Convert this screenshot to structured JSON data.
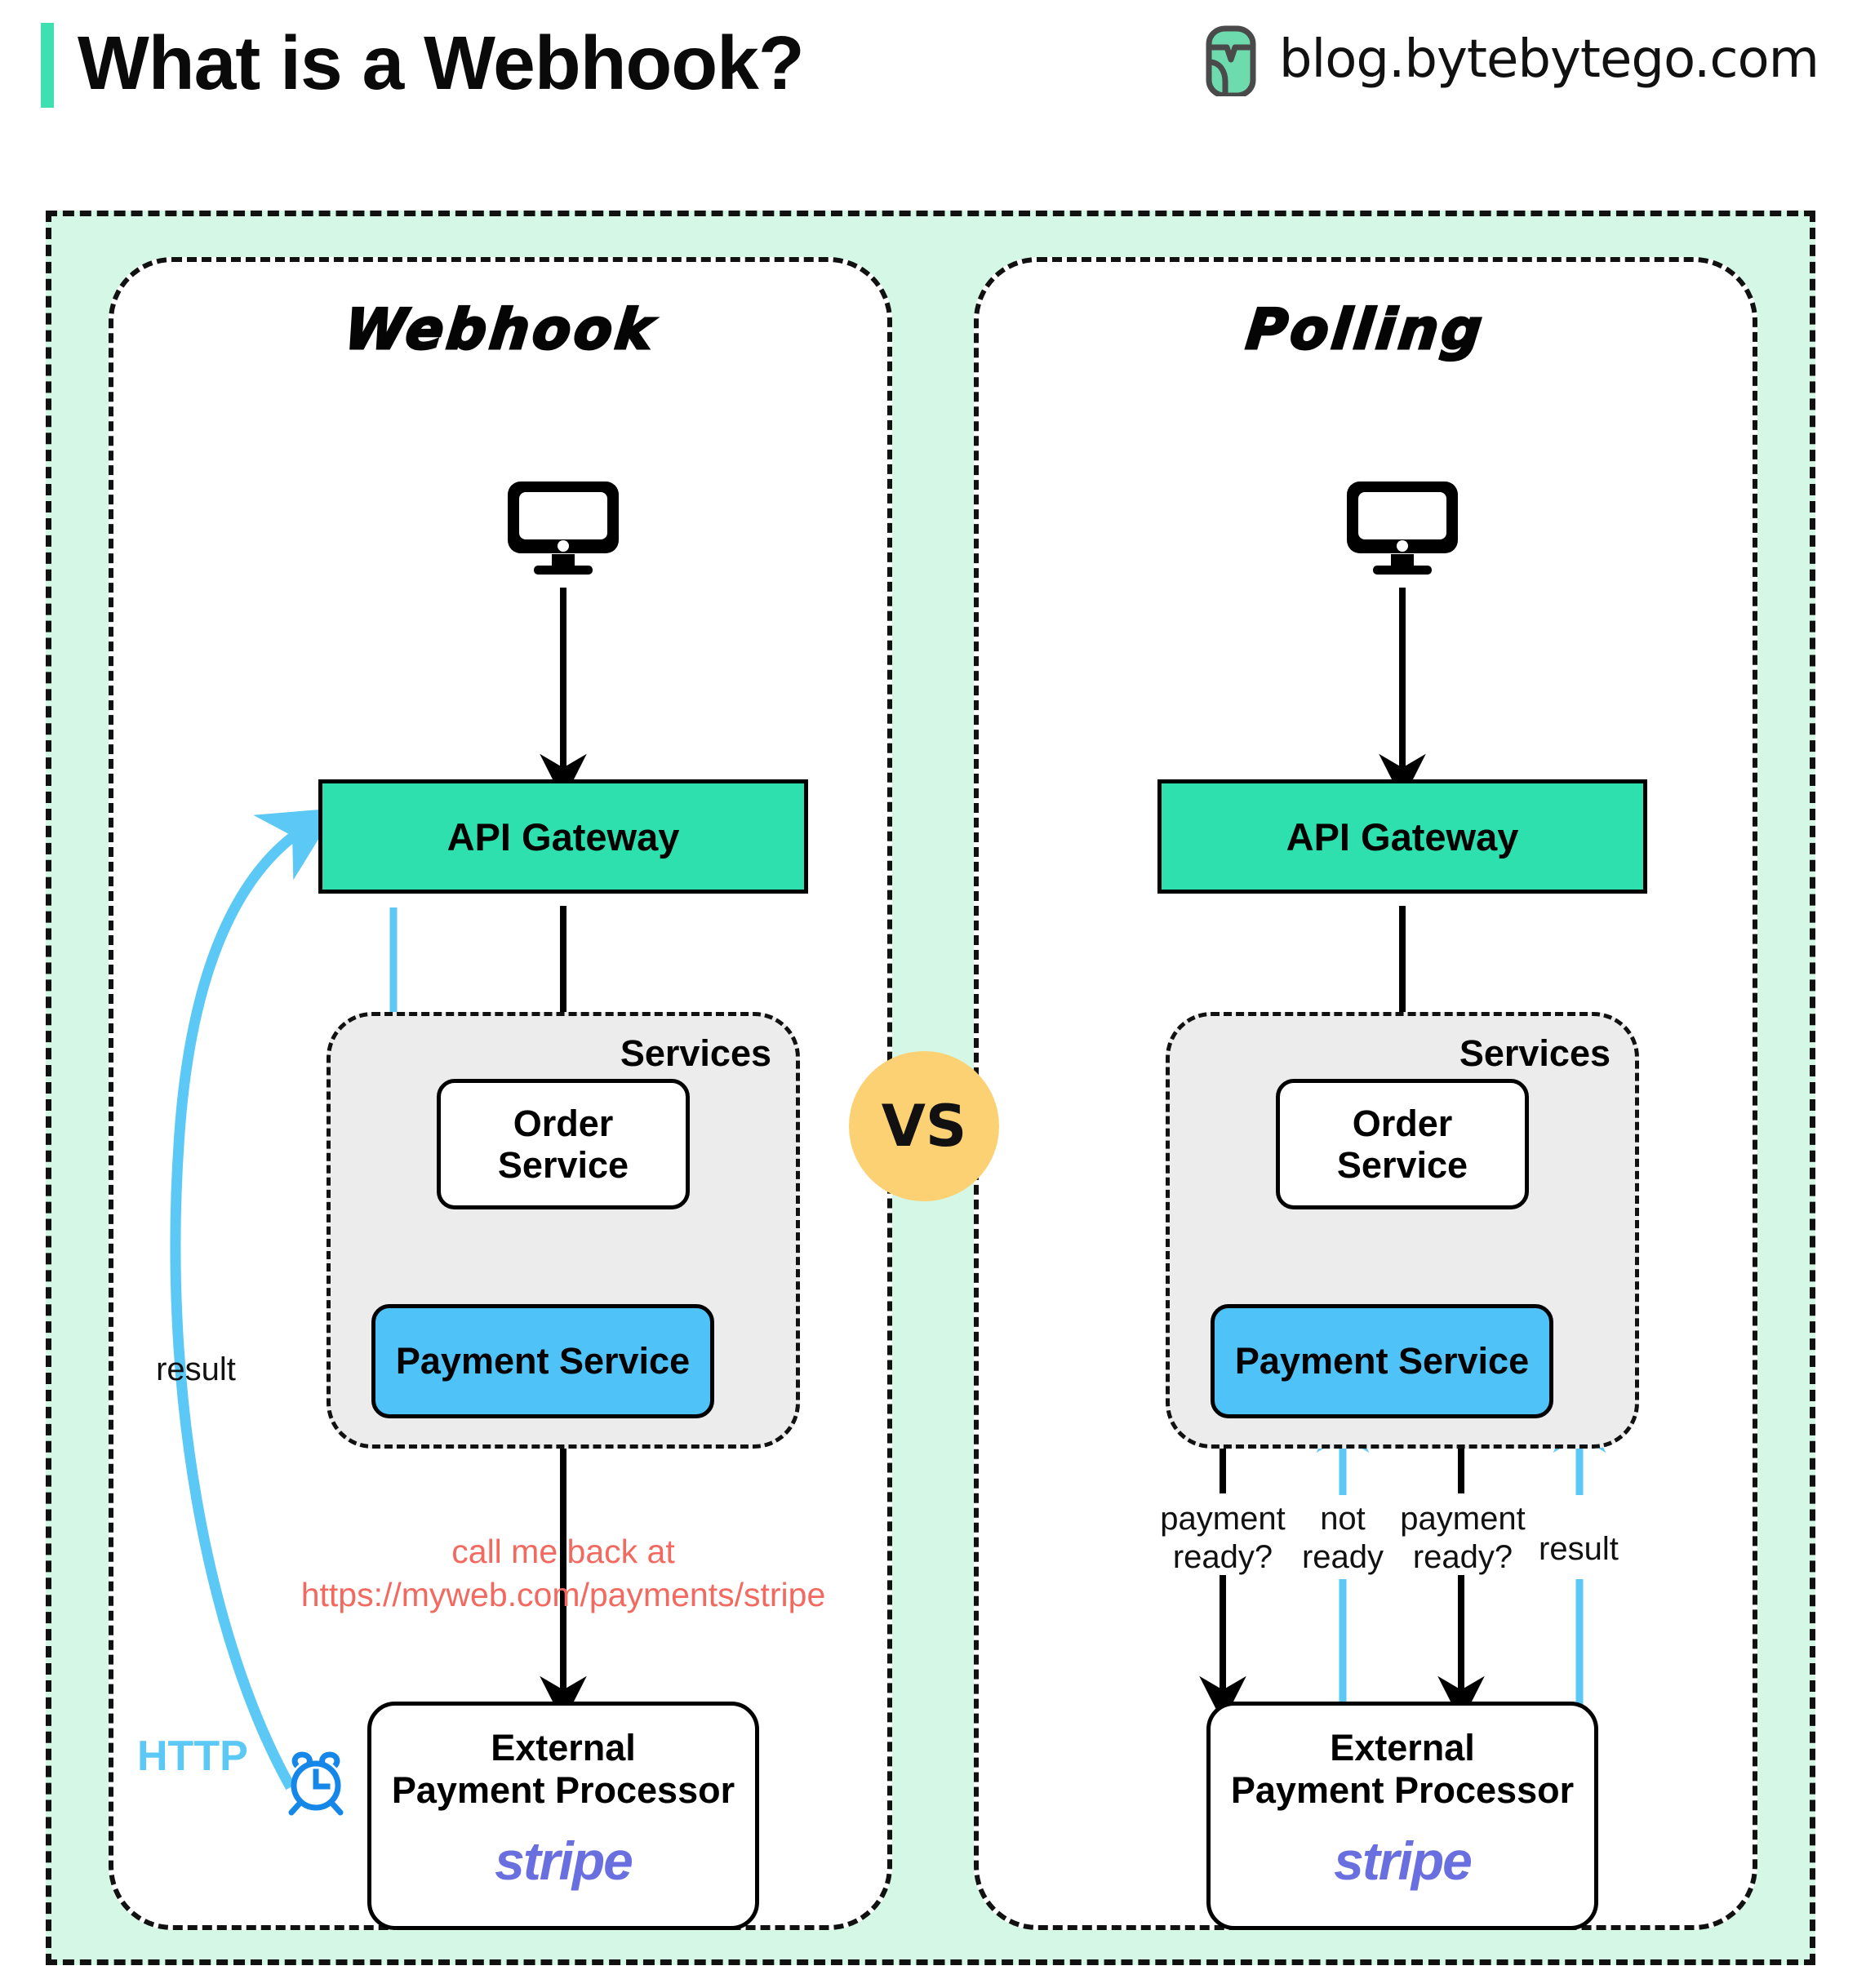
{
  "header": {
    "title": "What is a Webhook?",
    "brand_text": "blog.bytebytego.com",
    "accent_color": "#3EE0B0",
    "logo_icon": "bytebytego-logo-icon"
  },
  "colors": {
    "outer_background": "#D4F8E5",
    "gateway_fill": "#2EE0AE",
    "payment_fill": "#4FC3F7",
    "services_fill": "#ECECEC",
    "vs_badge_fill": "#FBD173",
    "webhook_arrow": "#5BC8F5",
    "url_text": "#F4695F",
    "stripe_text": "#6A6FE0"
  },
  "vs_badge": {
    "label": "VS"
  },
  "panels": [
    {
      "id": "webhook",
      "title": "Webhook",
      "client_icon": "monitor-icon",
      "nodes": {
        "gateway": "API Gateway",
        "services_label": "Services",
        "order_service": "Order\nService",
        "order_service_line1": "Order",
        "order_service_line2": "Service",
        "payment_service": "Payment Service",
        "processor_line1": "External",
        "processor_line2": "Payment Processor",
        "processor_logo": "stripe"
      },
      "labels": {
        "result": "result",
        "http": "HTTP",
        "callback_line1": "call me back at",
        "callback_line2": "https://myweb.com/payments/stripe"
      },
      "icons": {
        "alarm_clock": "alarm-clock-icon"
      }
    },
    {
      "id": "polling",
      "title": "Polling",
      "client_icon": "monitor-icon",
      "nodes": {
        "gateway": "API Gateway",
        "services_label": "Services",
        "order_service_line1": "Order",
        "order_service_line2": "Service",
        "payment_service": "Payment Service",
        "processor_line1": "External",
        "processor_line2": "Payment Processor",
        "processor_logo": "stripe"
      },
      "labels": {
        "poll1_line1": "payment",
        "poll1_line2": "ready?",
        "poll2_line1": "not",
        "poll2_line2": "ready",
        "poll3_line1": "payment",
        "poll3_line2": "ready?",
        "poll4": "result"
      }
    }
  ]
}
